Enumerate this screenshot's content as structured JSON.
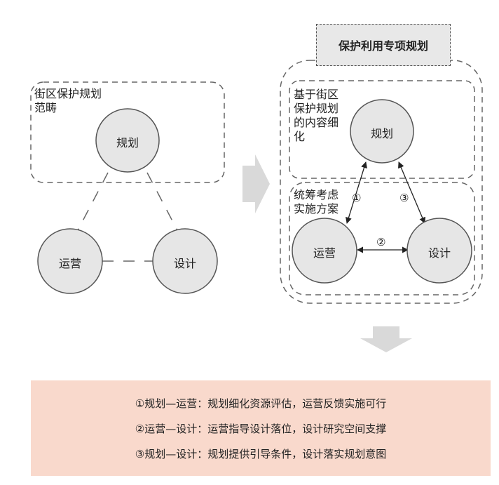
{
  "left": {
    "box_label": "街区保护规划\n范畴",
    "nodes": {
      "planning": "规划",
      "operation": "运营",
      "design": "设计"
    }
  },
  "right": {
    "title": "保护利用专项规划",
    "top_box_label": "基于街区\n保护规划\n的内容细\n化",
    "bottom_box_label": "统筹考虑\n实施方案",
    "nodes": {
      "planning": "规划",
      "operation": "运营",
      "design": "设计"
    },
    "numbers": {
      "n1": "①",
      "n2": "②",
      "n3": "③"
    }
  },
  "legend": {
    "lines": [
      "①规划—运营：规划细化资源评估，运营反馈实施可行",
      "②运营—设计：运营指导设计落位，设计研究空间支撑",
      "③规划—设计：规划提供引导条件，设计落实规划意图"
    ]
  },
  "colors": {
    "circle_fill": "#e6e6e6",
    "legend_bg": "#f9d9cc",
    "arrow_gray": "#d9d9d9",
    "title_box_bg": "#e8e8e8"
  }
}
